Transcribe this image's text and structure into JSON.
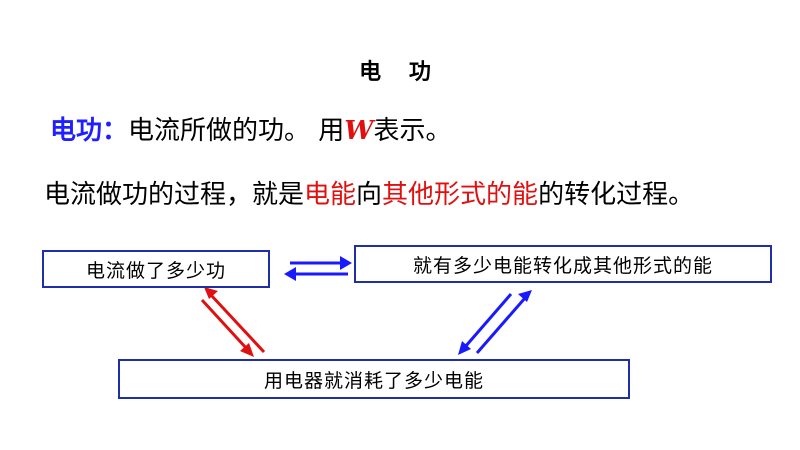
{
  "title": "电 功",
  "definition": {
    "term": "电功：",
    "text": "电流所做的功。 用",
    "symbol": "W",
    "suffix": "表示。"
  },
  "process": {
    "part1": "电流做功的过程，就是",
    "highlight1": "电能",
    "part2": "向",
    "highlight2": "其他形式的能",
    "part3": "的转化过程。"
  },
  "boxes": {
    "current_work": "电流做了多少功",
    "energy_converted": "就有多少电能转化成其他形式的能",
    "appliance_consumption": "用电器就消耗了多少电能"
  },
  "colors": {
    "blue_arrow": "#1a1aff",
    "red_arrow": "#e01010",
    "box_border": "#1f2fa8"
  }
}
